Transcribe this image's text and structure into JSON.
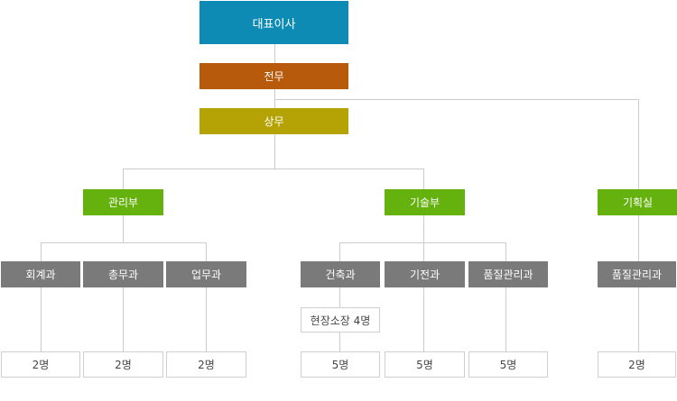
{
  "ceo": "대표이사",
  "executive_director": "전무",
  "managing_director": "상무",
  "departments": {
    "admin": {
      "name": "관리부",
      "teams": [
        {
          "name": "회계과",
          "count": "2명"
        },
        {
          "name": "총무과",
          "count": "2명"
        },
        {
          "name": "업무과",
          "count": "2명"
        }
      ]
    },
    "tech": {
      "name": "기술부",
      "teams": [
        {
          "name": "건축과",
          "sub": "현장소장 4명",
          "count": "5명"
        },
        {
          "name": "기전과",
          "count": "5명"
        },
        {
          "name": "품질관리과",
          "count": "5명"
        }
      ]
    },
    "planning": {
      "name": "기획실",
      "teams": [
        {
          "name": "품질관리과",
          "count": "2명"
        }
      ]
    }
  },
  "colors": {
    "ceo": "#0d8bb5",
    "executive": "#b85a0c",
    "managing": "#b5a306",
    "department": "#65b20f",
    "team": "#7a7a7a",
    "connector": "#cccccc"
  }
}
